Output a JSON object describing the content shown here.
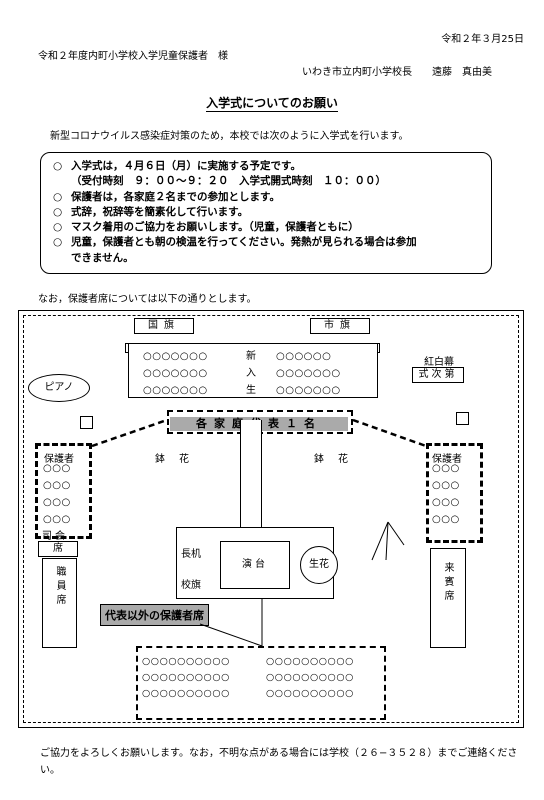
{
  "header": {
    "date": "令和２年３月25日",
    "addressee": "令和２年度内町小学校入学児童保護者　様",
    "sender": "いわき市立内町小学校長　　遠藤　真由美"
  },
  "title": "入学式についてのお願い",
  "intro": "新型コロナウイルス感染症対策のため，本校では次のように入学式を行います。",
  "notice": {
    "bullet": "○",
    "item1": "入学式は，４月６日（月）に実施する予定です。",
    "item1_sub": "（受付時刻　９：００〜９：２０　入学式開式時刻　１０：００）",
    "item2": "保護者は，各家庭２名までの参加とします。",
    "item3": "式辞，祝辞等を簡素化して行います。",
    "item4": "マスク着用のご協力をお願いします。（児童，保護者ともに）",
    "item5": "児童，保護者とも朝の検温を行ってください。発熱が見られる場合は参加",
    "item5_cont": "できません。"
  },
  "seating_intro": "なお，保護者席については以下の通りとします。",
  "diagram": {
    "national_flag": "国旗",
    "city_flag": "市旗",
    "circle_row7": "○○○○○○○",
    "circle_row6": "○○○○○○",
    "circle_row3": "○○○",
    "circle_row10": "○○○○○○○○○○",
    "new_students": [
      "新",
      "入",
      "生"
    ],
    "curtain": "紅白幕",
    "program": "式次第",
    "piano": "ピアノ",
    "rep_label": "各家庭代表１名",
    "guardian": "保護者",
    "potted_flower_left": "鉢　花",
    "potted_flower_right": "鉢　花",
    "emcee": "司会",
    "emcee_seat": "席",
    "staff_seats": "職員席",
    "guest_seats": "来賓席",
    "long_desk": "長机",
    "school_flag": "校旗",
    "podium": "演台",
    "flowers": "生花",
    "non_rep_label": "代表以外の保護者席"
  },
  "footer": "ご協力をよろしくお願いします。なお，不明な点がある場合には学校（２６−３５２８）までご連絡ください。"
}
